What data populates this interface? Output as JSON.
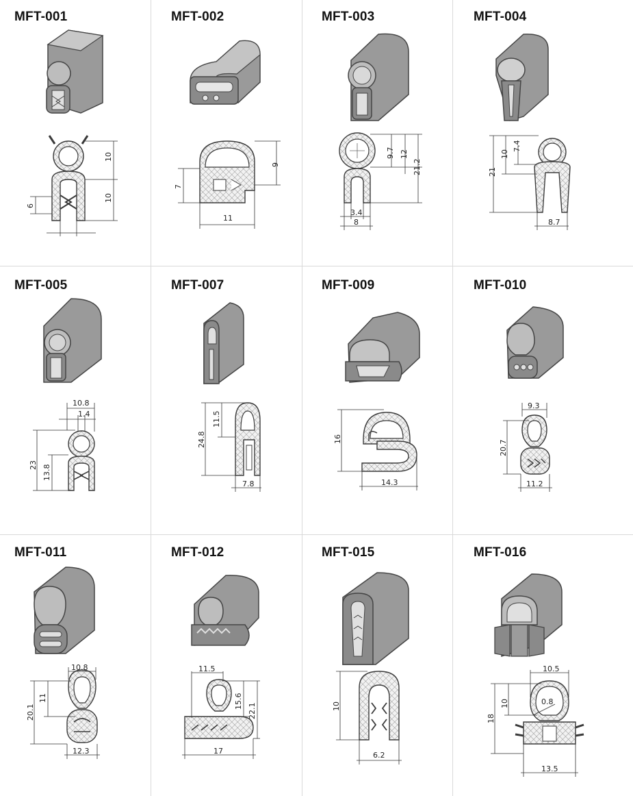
{
  "colors": {
    "hatch": "#7a7a7a",
    "fill": "#f3f3f3",
    "outline": "#3a3a3a",
    "rubber": "#8a8a8a",
    "divider": "#d9d9d9"
  },
  "profiles": [
    {
      "code": "MFT-001",
      "dims": [
        "10",
        "10",
        "6"
      ]
    },
    {
      "code": "MFT-002",
      "dims": [
        "9",
        "7",
        "11"
      ]
    },
    {
      "code": "MFT-003",
      "dims": [
        "9.7",
        "12",
        "21.2",
        "3.4",
        "8"
      ]
    },
    {
      "code": "MFT-004",
      "dims": [
        "10",
        "7.4",
        "21",
        "8.7"
      ]
    },
    {
      "code": "MFT-005",
      "dims": [
        "10.8",
        "1.4",
        "23",
        "13.8"
      ]
    },
    {
      "code": "MFT-007",
      "dims": [
        "11.5",
        "24.8",
        "7.8"
      ]
    },
    {
      "code": "MFT-009",
      "dims": [
        "16",
        "14.3"
      ]
    },
    {
      "code": "MFT-010",
      "dims": [
        "9.3",
        "20.7",
        "11.2"
      ]
    },
    {
      "code": "MFT-011",
      "dims": [
        "10.8",
        "11",
        "20.1",
        "12.3"
      ]
    },
    {
      "code": "MFT-012",
      "dims": [
        "11.5",
        "15.6",
        "22.1",
        "17"
      ]
    },
    {
      "code": "MFT-015",
      "dims": [
        "10",
        "6.2"
      ]
    },
    {
      "code": "MFT-016",
      "dims": [
        "10.5",
        "10",
        "0.8",
        "18",
        "13.5"
      ]
    }
  ]
}
